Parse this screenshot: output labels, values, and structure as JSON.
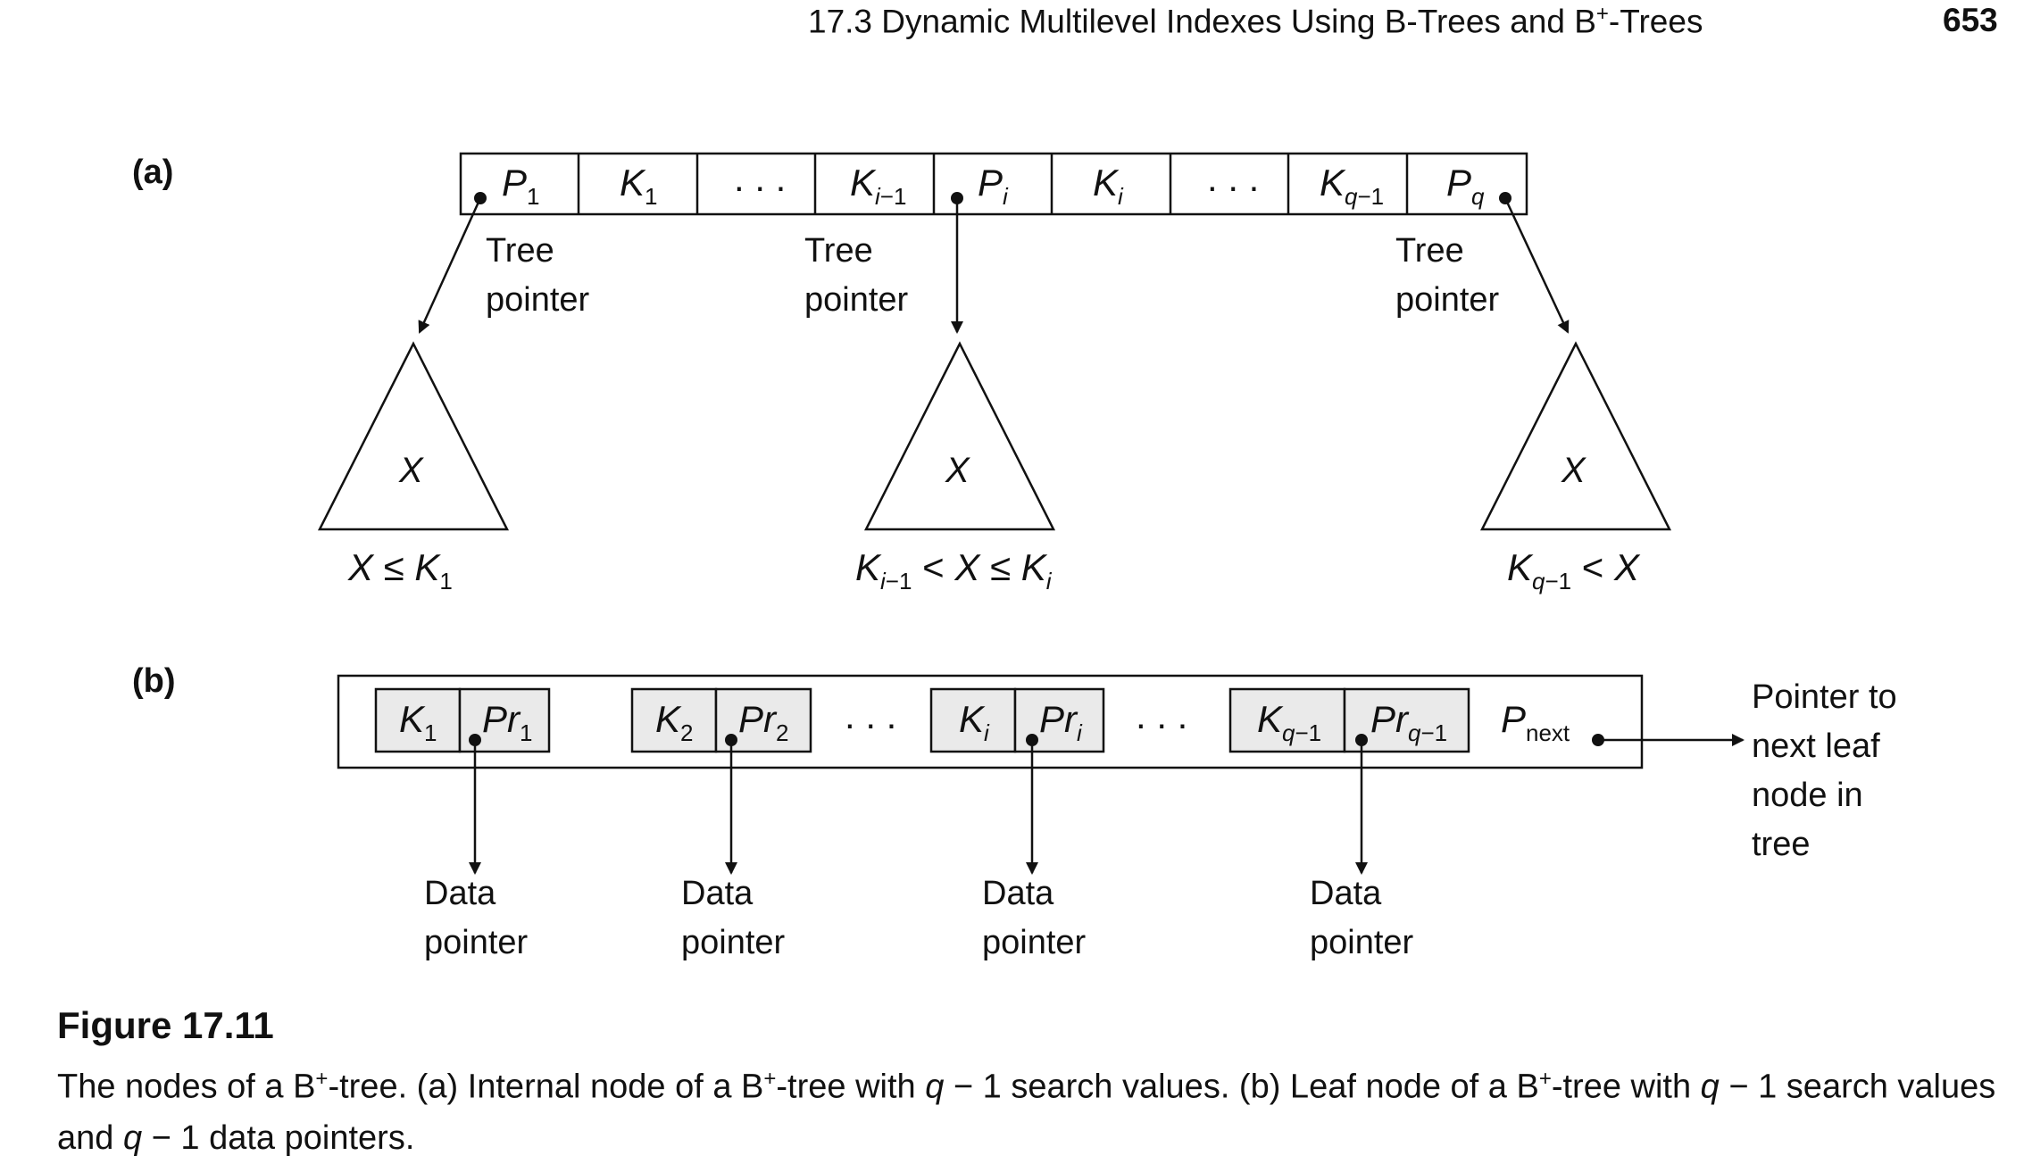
{
  "header": {
    "section_title": "17.3 Dynamic Multilevel Indexes Using B-Trees and B+-Trees",
    "page_number": "653"
  },
  "panel_a": {
    "label": "(a)",
    "tree_pointer_label": "Tree",
    "tree_pointer_label2": "pointer",
    "subtree_symbol": "X",
    "ellipsis": ". . ."
  },
  "panel_b": {
    "label": "(b)",
    "data_pointer_label": "Data",
    "data_pointer_label2": "pointer",
    "next_leaf_lines": [
      "Pointer to",
      "next leaf",
      "node in",
      "tree"
    ],
    "ellipsis": ". . ."
  },
  "figure": {
    "title": "Figure 17.11",
    "caption": "The nodes of a B+-tree. (a) Internal node of a B+-tree with q − 1 search values. (b) Leaf node of a B+-tree with q − 1 search values and q − 1 data pointers."
  },
  "colors": {
    "ink": "#111111",
    "leaf_cell_fill": "#eaeaea"
  }
}
